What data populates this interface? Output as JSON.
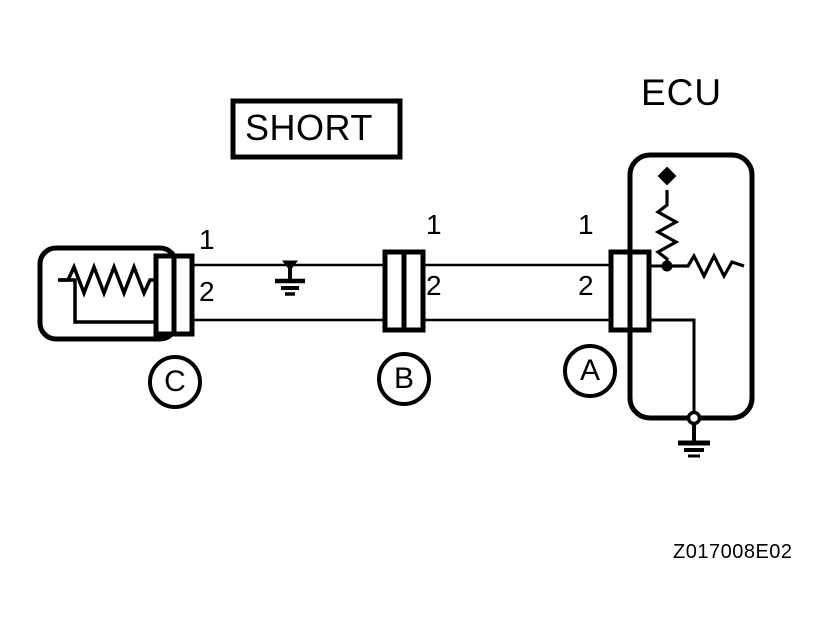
{
  "diagram": {
    "title_box": {
      "label": "SHORT"
    },
    "ecu": {
      "label": "ECU"
    },
    "part_code": "Z017008E02",
    "connectors": [
      {
        "id": "C",
        "marker": "C",
        "pins": [
          {
            "number": "1"
          },
          {
            "number": "2"
          }
        ]
      },
      {
        "id": "B",
        "marker": "B",
        "pins": [
          {
            "number": "1"
          },
          {
            "number": "2"
          }
        ]
      },
      {
        "id": "A",
        "marker": "A",
        "pins": [
          {
            "number": "1"
          },
          {
            "number": "2"
          }
        ]
      }
    ],
    "pin_labels": {
      "c1": "1",
      "c2": "2",
      "b1": "1",
      "b2": "2",
      "a1": "1",
      "a2": "2"
    },
    "markers": {
      "c": "C",
      "b": "B",
      "a": "A"
    },
    "colors": {
      "line": "#000000",
      "background": "#ffffff",
      "text": "#000000"
    },
    "components": {
      "sensor": {
        "name": "sensor-housing",
        "symbol": "resistor"
      },
      "ecu_pullup_resistor": {
        "name": "pull-up-resistor",
        "symbol": "resistor"
      },
      "ecu_series_resistor": {
        "name": "series-resistor",
        "symbol": "resistor"
      },
      "supply_node": {
        "name": "supply-node",
        "symbol": "filled-diamond"
      },
      "ground_wire": {
        "name": "wire-ground",
        "symbol": "ground"
      },
      "ground_ecu": {
        "name": "ecu-ground",
        "symbol": "ground"
      }
    }
  }
}
